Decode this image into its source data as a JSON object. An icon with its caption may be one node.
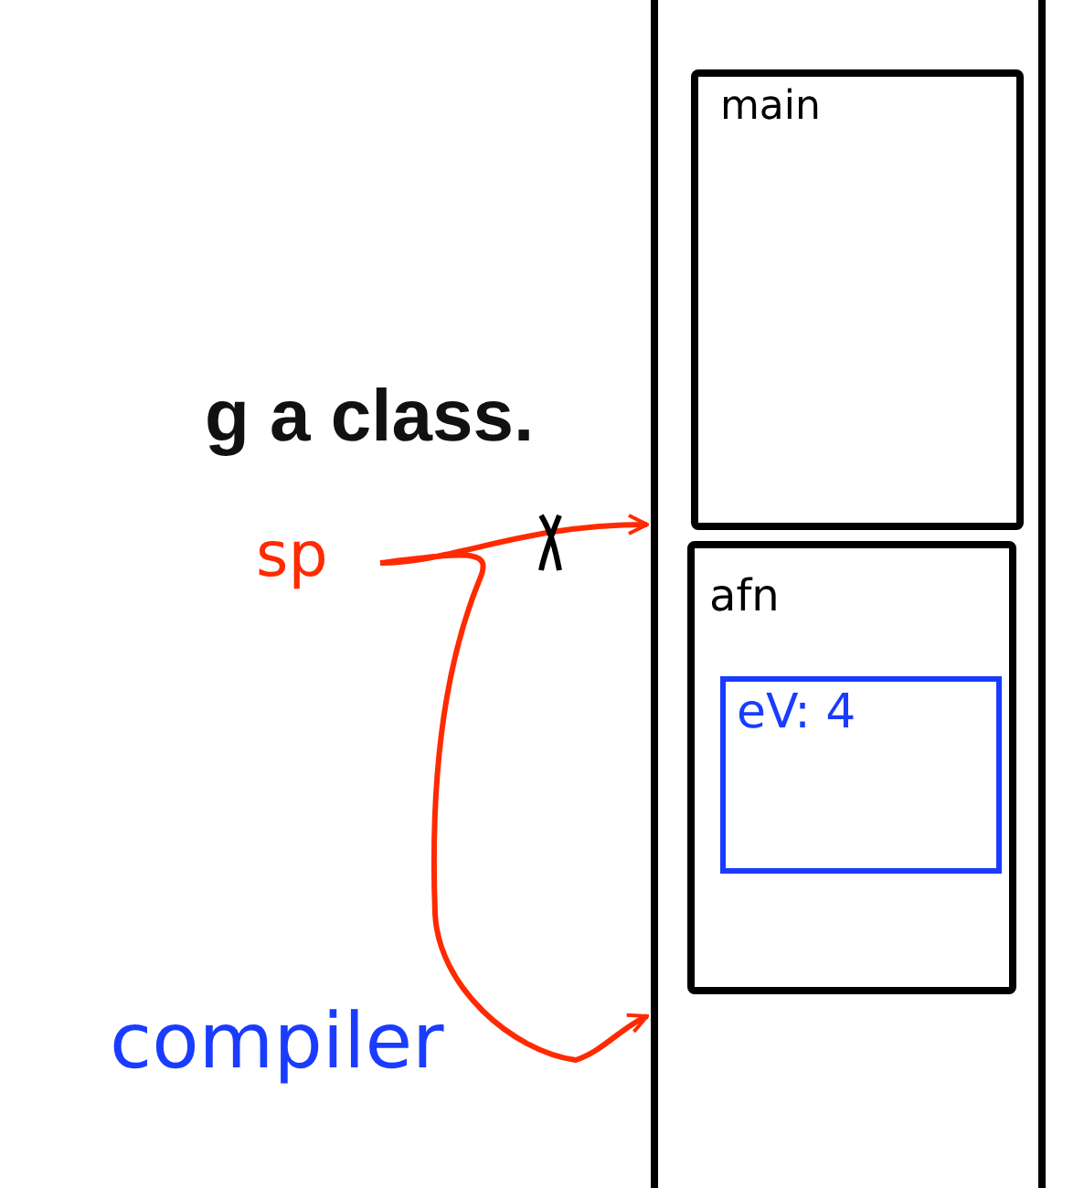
{
  "diagram": {
    "nodes": [
      {
        "text": [],
        "shape": "box"
      },
      {
        "text": [
          "main"
        ],
        "in": 0
      },
      {
        "text": [
          "afn"
        ],
        "in": 0
      },
      {
        "text": [
          "eV: 4"
        ],
        "in": 2
      },
      {
        "text": [
          "sp"
        ]
      },
      {
        "text": [
          "compiler"
        ]
      }
    ],
    "edges": [
      {
        "from": 4,
        "to": 0,
        "arrow": "to"
      },
      {
        "from": 4,
        "to": 0,
        "arrow": "to"
      }
    ],
    "labels": [
      "g a class."
    ]
  }
}
